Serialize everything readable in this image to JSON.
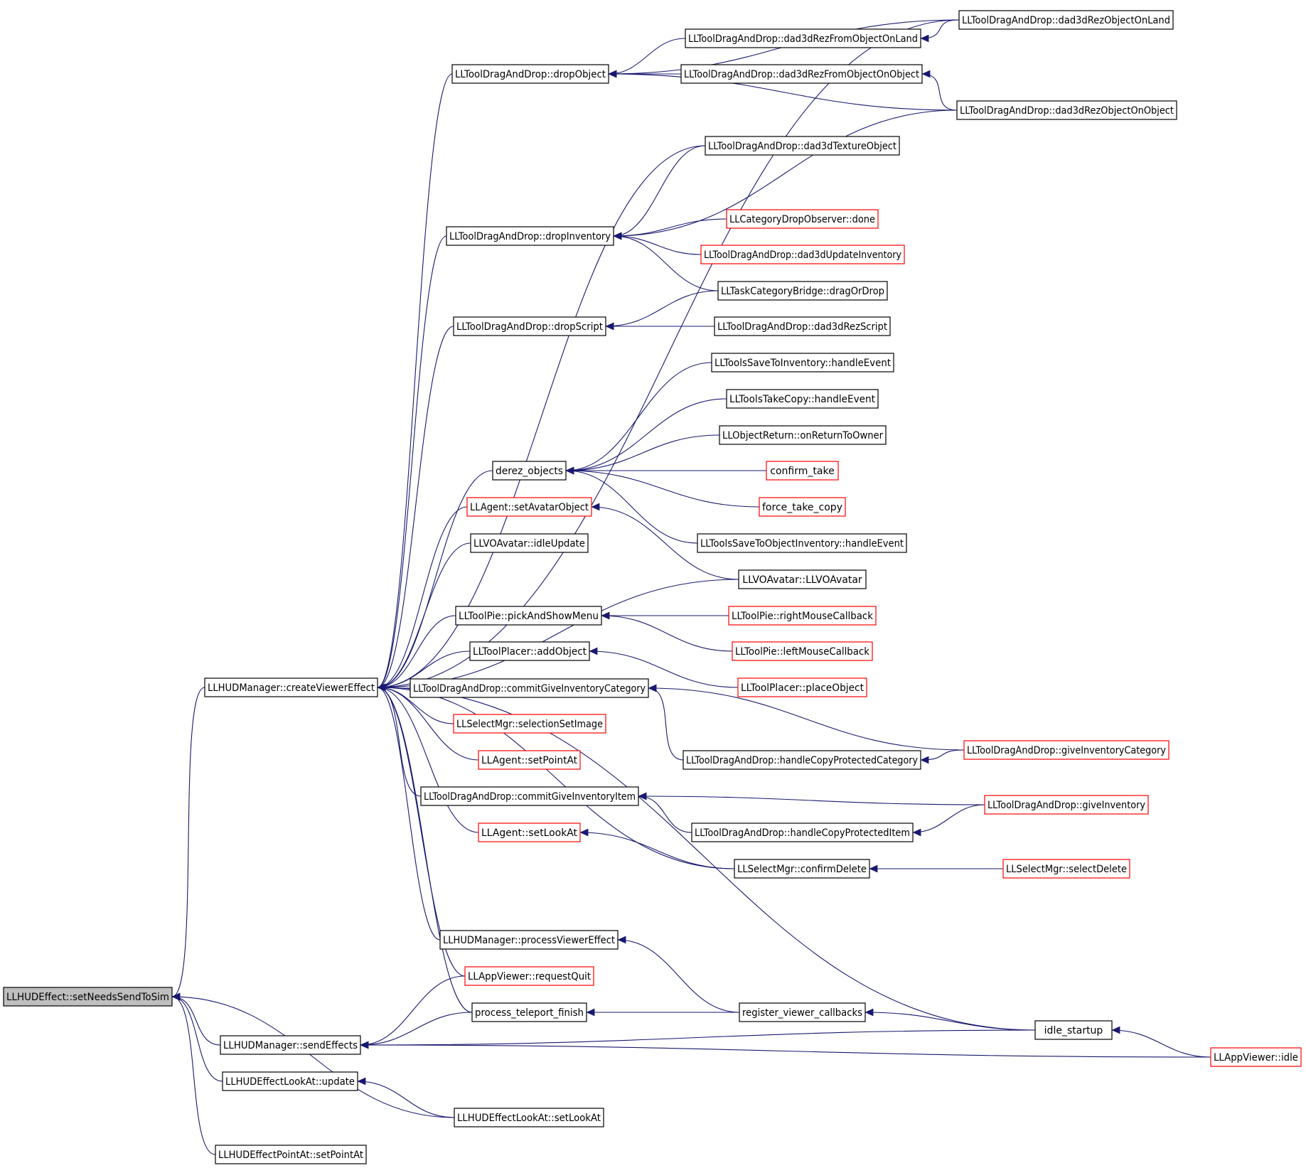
{
  "diagram": {
    "colors": {
      "edge": "#191970",
      "node_border": "#000000",
      "truncated_border": "#ff0000",
      "focus_fill": "#bfbfbf",
      "node_fill": "#ffffff"
    },
    "nodes": [
      {
        "id": "setNeedsSendToSim",
        "label": "LLHUDEffect::setNeedsSendToSim",
        "style": "focus"
      },
      {
        "id": "createViewerEffect",
        "label": "LLHUDManager::createViewerEffect",
        "style": "normal"
      },
      {
        "id": "sendEffects",
        "label": "LLHUDManager::sendEffects",
        "style": "normal"
      },
      {
        "id": "lookAtUpdate",
        "label": "LLHUDEffectLookAt::update",
        "style": "normal"
      },
      {
        "id": "setLookAtFx",
        "label": "LLHUDEffectLookAt::setLookAt",
        "style": "normal"
      },
      {
        "id": "setPointAtFx",
        "label": "LLHUDEffectPointAt::setPointAt",
        "style": "normal"
      },
      {
        "id": "dropObject",
        "label": "LLToolDragAndDrop::dropObject",
        "style": "normal"
      },
      {
        "id": "dropInventory",
        "label": "LLToolDragAndDrop::dropInventory",
        "style": "normal"
      },
      {
        "id": "dropScript",
        "label": "LLToolDragAndDrop::dropScript",
        "style": "normal"
      },
      {
        "id": "derez",
        "label": "derez_objects",
        "style": "normal"
      },
      {
        "id": "setAvatarObject",
        "label": "LLAgent::setAvatarObject",
        "style": "truncated"
      },
      {
        "id": "idleUpdate",
        "label": "LLVOAvatar::idleUpdate",
        "style": "normal"
      },
      {
        "id": "pickAndShowMenu",
        "label": "LLToolPie::pickAndShowMenu",
        "style": "normal"
      },
      {
        "id": "addObject",
        "label": "LLToolPlacer::addObject",
        "style": "normal"
      },
      {
        "id": "commitGiveCat",
        "label": "LLToolDragAndDrop::commitGiveInventoryCategory",
        "style": "normal"
      },
      {
        "id": "selectionSetImage",
        "label": "LLSelectMgr::selectionSetImage",
        "style": "truncated"
      },
      {
        "id": "agentSetPointAt",
        "label": "LLAgent::setPointAt",
        "style": "truncated"
      },
      {
        "id": "commitGiveItem",
        "label": "LLToolDragAndDrop::commitGiveInventoryItem",
        "style": "normal"
      },
      {
        "id": "agentSetLookAt",
        "label": "LLAgent::setLookAt",
        "style": "truncated"
      },
      {
        "id": "processViewerEffect",
        "label": "LLHUDManager::processViewerEffect",
        "style": "normal"
      },
      {
        "id": "requestQuit",
        "label": "LLAppViewer::requestQuit",
        "style": "truncated"
      },
      {
        "id": "processTeleport",
        "label": "process_teleport_finish",
        "style": "normal"
      },
      {
        "id": "rezFromObjOnLand",
        "label": "LLToolDragAndDrop::dad3dRezFromObjectOnLand",
        "style": "normal"
      },
      {
        "id": "rezFromObjOnObj",
        "label": "LLToolDragAndDrop::dad3dRezFromObjectOnObject",
        "style": "normal"
      },
      {
        "id": "textureObject",
        "label": "LLToolDragAndDrop::dad3dTextureObject",
        "style": "normal"
      },
      {
        "id": "catDropDone",
        "label": "LLCategoryDropObserver::done",
        "style": "truncated"
      },
      {
        "id": "updateInventory",
        "label": "LLToolDragAndDrop::dad3dUpdateInventory",
        "style": "truncated"
      },
      {
        "id": "dragOrDrop",
        "label": "LLTaskCategoryBridge::dragOrDrop",
        "style": "normal"
      },
      {
        "id": "rezScript",
        "label": "LLToolDragAndDrop::dad3dRezScript",
        "style": "normal"
      },
      {
        "id": "saveToInv",
        "label": "LLToolsSaveToInventory::handleEvent",
        "style": "normal"
      },
      {
        "id": "takeCopy",
        "label": "LLToolsTakeCopy::handleEvent",
        "style": "normal"
      },
      {
        "id": "returnToOwner",
        "label": "LLObjectReturn::onReturnToOwner",
        "style": "normal"
      },
      {
        "id": "confirmTake",
        "label": "confirm_take",
        "style": "truncated"
      },
      {
        "id": "forceTakeCopy",
        "label": "force_take_copy",
        "style": "truncated"
      },
      {
        "id": "saveToObjInv",
        "label": "LLToolsSaveToObjectInventory::handleEvent",
        "style": "normal"
      },
      {
        "id": "voAvatarCtor",
        "label": "LLVOAvatar::LLVOAvatar",
        "style": "normal"
      },
      {
        "id": "rightMouse",
        "label": "LLToolPie::rightMouseCallback",
        "style": "truncated"
      },
      {
        "id": "leftMouse",
        "label": "LLToolPie::leftMouseCallback",
        "style": "truncated"
      },
      {
        "id": "placeObject",
        "label": "LLToolPlacer::placeObject",
        "style": "truncated"
      },
      {
        "id": "handleCopyCat",
        "label": "LLToolDragAndDrop::handleCopyProtectedCategory",
        "style": "normal"
      },
      {
        "id": "handleCopyItem",
        "label": "LLToolDragAndDrop::handleCopyProtectedItem",
        "style": "normal"
      },
      {
        "id": "confirmDelete",
        "label": "LLSelectMgr::confirmDelete",
        "style": "normal"
      },
      {
        "id": "registerCallbacks",
        "label": "register_viewer_callbacks",
        "style": "normal"
      },
      {
        "id": "rezObjOnLand",
        "label": "LLToolDragAndDrop::dad3dRezObjectOnLand",
        "style": "normal"
      },
      {
        "id": "rezObjOnObj",
        "label": "LLToolDragAndDrop::dad3dRezObjectOnObject",
        "style": "normal"
      },
      {
        "id": "giveInvCat",
        "label": "LLToolDragAndDrop::giveInventoryCategory",
        "style": "truncated"
      },
      {
        "id": "giveInv",
        "label": "LLToolDragAndDrop::giveInventory",
        "style": "truncated"
      },
      {
        "id": "selectDelete",
        "label": "LLSelectMgr::selectDelete",
        "style": "truncated"
      },
      {
        "id": "idleStartup",
        "label": "idle_startup",
        "style": "normal"
      },
      {
        "id": "appIdle",
        "label": "LLAppViewer::idle",
        "style": "truncated"
      }
    ],
    "edges": [
      [
        "createViewerEffect",
        "setNeedsSendToSim"
      ],
      [
        "sendEffects",
        "setNeedsSendToSim"
      ],
      [
        "lookAtUpdate",
        "setNeedsSendToSim"
      ],
      [
        "setLookAtFx",
        "setNeedsSendToSim"
      ],
      [
        "setPointAtFx",
        "setNeedsSendToSim"
      ],
      [
        "dropObject",
        "createViewerEffect"
      ],
      [
        "rezObjOnLand",
        "createViewerEffect"
      ],
      [
        "textureObject",
        "createViewerEffect"
      ],
      [
        "dropInventory",
        "createViewerEffect"
      ],
      [
        "dropScript",
        "createViewerEffect"
      ],
      [
        "derez",
        "createViewerEffect"
      ],
      [
        "setAvatarObject",
        "createViewerEffect"
      ],
      [
        "idleUpdate",
        "createViewerEffect"
      ],
      [
        "voAvatarCtor",
        "createViewerEffect"
      ],
      [
        "pickAndShowMenu",
        "createViewerEffect"
      ],
      [
        "addObject",
        "createViewerEffect"
      ],
      [
        "commitGiveCat",
        "createViewerEffect"
      ],
      [
        "selectionSetImage",
        "createViewerEffect"
      ],
      [
        "agentSetPointAt",
        "createViewerEffect"
      ],
      [
        "commitGiveItem",
        "createViewerEffect"
      ],
      [
        "agentSetLookAt",
        "createViewerEffect"
      ],
      [
        "confirmDelete",
        "createViewerEffect"
      ],
      [
        "idleStartup",
        "createViewerEffect"
      ],
      [
        "processViewerEffect",
        "createViewerEffect"
      ],
      [
        "requestQuit",
        "createViewerEffect"
      ],
      [
        "processTeleport",
        "createViewerEffect"
      ],
      [
        "requestQuit",
        "sendEffects"
      ],
      [
        "processTeleport",
        "sendEffects"
      ],
      [
        "idleStartup",
        "sendEffects"
      ],
      [
        "appIdle",
        "sendEffects"
      ],
      [
        "setLookAtFx",
        "lookAtUpdate"
      ],
      [
        "rezObjOnLand",
        "dropObject"
      ],
      [
        "rezFromObjOnLand",
        "dropObject"
      ],
      [
        "rezFromObjOnObj",
        "dropObject"
      ],
      [
        "rezObjOnObj",
        "dropObject"
      ],
      [
        "rezObjOnLand",
        "rezFromObjOnLand"
      ],
      [
        "rezObjOnObj",
        "rezFromObjOnObj"
      ],
      [
        "textureObject",
        "dropInventory"
      ],
      [
        "rezObjOnObj",
        "dropInventory"
      ],
      [
        "catDropDone",
        "dropInventory"
      ],
      [
        "updateInventory",
        "dropInventory"
      ],
      [
        "dragOrDrop",
        "dropInventory"
      ],
      [
        "dragOrDrop",
        "dropScript"
      ],
      [
        "rezScript",
        "dropScript"
      ],
      [
        "saveToInv",
        "derez"
      ],
      [
        "takeCopy",
        "derez"
      ],
      [
        "returnToOwner",
        "derez"
      ],
      [
        "confirmTake",
        "derez"
      ],
      [
        "forceTakeCopy",
        "derez"
      ],
      [
        "saveToObjInv",
        "derez"
      ],
      [
        "voAvatarCtor",
        "setAvatarObject"
      ],
      [
        "rightMouse",
        "pickAndShowMenu"
      ],
      [
        "leftMouse",
        "pickAndShowMenu"
      ],
      [
        "placeObject",
        "addObject"
      ],
      [
        "handleCopyCat",
        "commitGiveCat"
      ],
      [
        "giveInvCat",
        "commitGiveCat"
      ],
      [
        "giveInvCat",
        "handleCopyCat"
      ],
      [
        "giveInv",
        "commitGiveItem"
      ],
      [
        "handleCopyItem",
        "commitGiveItem"
      ],
      [
        "giveInv",
        "handleCopyItem"
      ],
      [
        "confirmDelete",
        "agentSetLookAt"
      ],
      [
        "selectDelete",
        "confirmDelete"
      ],
      [
        "registerCallbacks",
        "processViewerEffect"
      ],
      [
        "registerCallbacks",
        "processTeleport"
      ],
      [
        "idleStartup",
        "registerCallbacks"
      ],
      [
        "appIdle",
        "idleStartup"
      ]
    ]
  }
}
